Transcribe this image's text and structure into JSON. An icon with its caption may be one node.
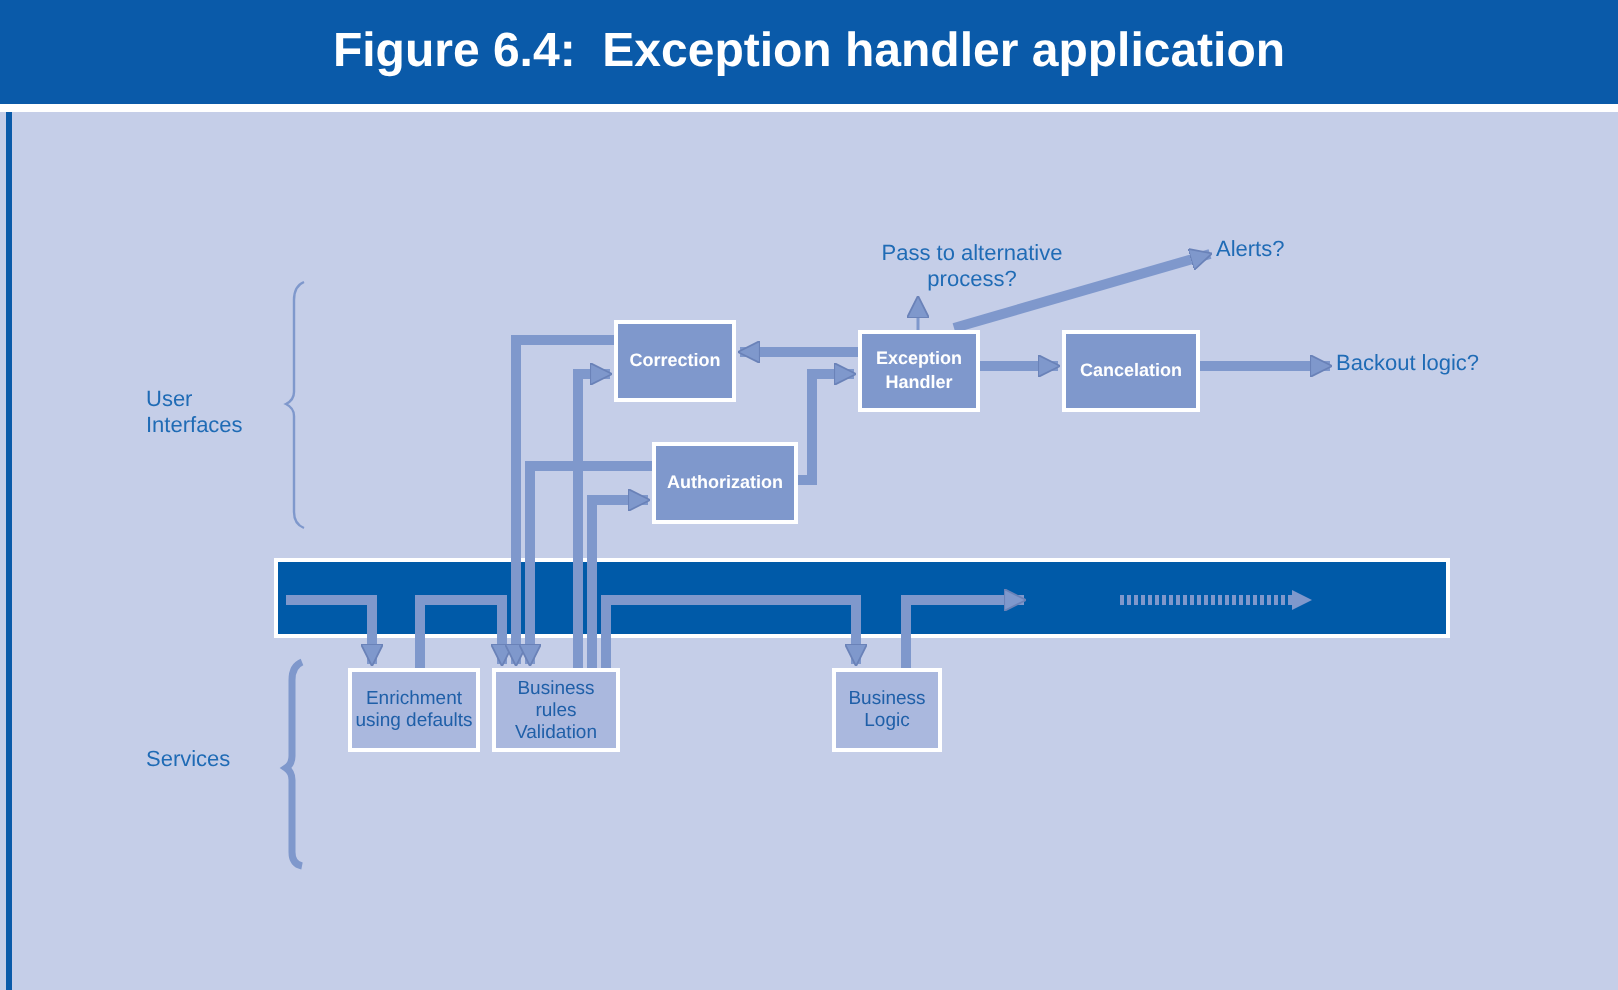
{
  "diagram": {
    "title": "Figure 6.4:  Exception handler application",
    "nodes": [
      {
        "text": [
          "Correction"
        ]
      },
      {
        "text": [
          "Exception Handler"
        ]
      },
      {
        "text": [
          "Cancelation"
        ]
      },
      {
        "text": [
          "Authorization"
        ]
      },
      {
        "text": [
          "Pass to alternative process?"
        ]
      },
      {
        "text": [
          "Alerts?"
        ]
      },
      {
        "text": [
          "Backout logic?"
        ]
      },
      {
        "text": [
          "Enrichment using defaults"
        ]
      },
      {
        "text": [
          "Business rules Validation"
        ]
      },
      {
        "text": [
          "Business Logic"
        ]
      }
    ],
    "edges": [
      {
        "from": null,
        "to": 7,
        "arrow": "to"
      },
      {
        "from": 7,
        "to": 8,
        "arrow": "to"
      },
      {
        "from": 0,
        "to": 8,
        "arrow": "to"
      },
      {
        "from": 3,
        "to": 8,
        "arrow": "to"
      },
      {
        "from": 8,
        "to": 0,
        "arrow": "to"
      },
      {
        "from": 8,
        "to": 3,
        "arrow": "to"
      },
      {
        "from": 8,
        "to": 9,
        "arrow": "to"
      },
      {
        "from": 9,
        "to": null,
        "arrow": "to"
      },
      {
        "from": 3,
        "to": 1,
        "arrow": "to"
      },
      {
        "from": 1,
        "to": 0,
        "arrow": "to"
      },
      {
        "from": 1,
        "to": 2,
        "arrow": "to"
      },
      {
        "from": 2,
        "to": 6,
        "arrow": "to"
      },
      {
        "from": 1,
        "to": 4,
        "arrow": "to"
      },
      {
        "from": 1,
        "to": 5,
        "arrow": "to"
      }
    ],
    "labels": [
      "User Interfaces",
      "Services"
    ]
  }
}
